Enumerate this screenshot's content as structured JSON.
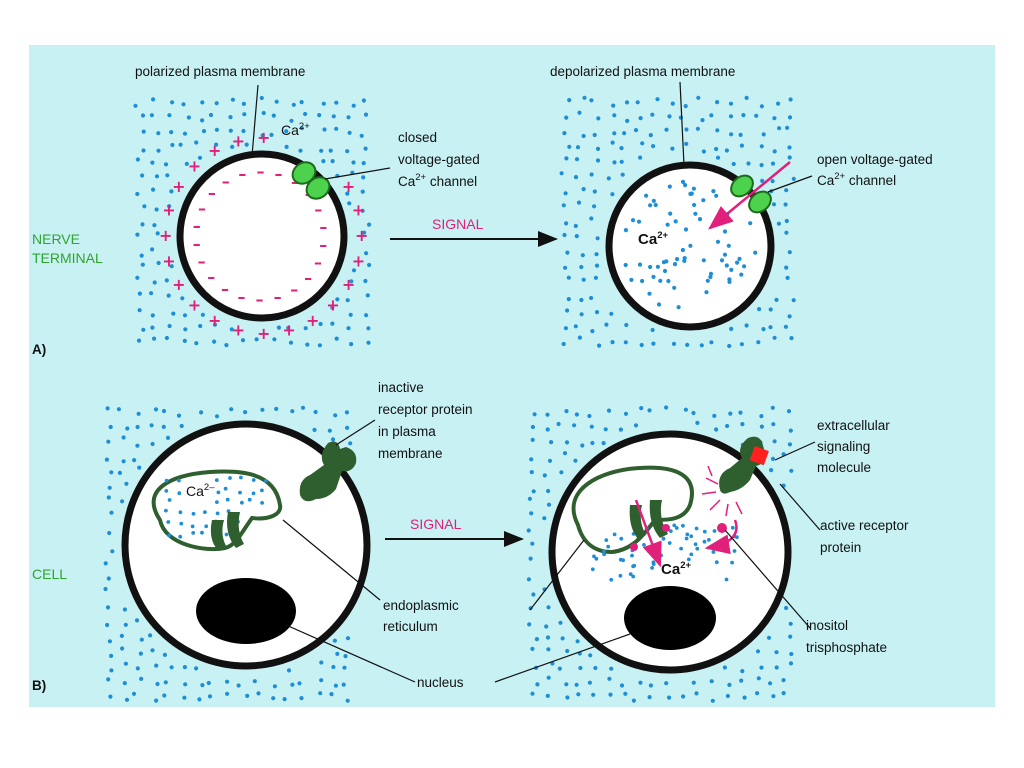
{
  "colors": {
    "background": "#c8f1f4",
    "dots": "#1e8fd6",
    "charge": "#e0207a",
    "channel_light": "#4dd24d",
    "channel_dark": "#2f5e2f",
    "section_label": "#2ea52e",
    "signal": "#e0207a",
    "nucleus": "#000000"
  },
  "icons": [
    "voltage-gated-channel",
    "receptor-protein",
    "ca-channel",
    "signaling-molecule",
    "ip3-dot"
  ],
  "panel_a": {
    "tag": "A)",
    "section_label_line1": "NERVE",
    "section_label_line2": "TERMINAL",
    "signal": "SIGNAL",
    "left": {
      "membrane_label": "polarized plasma membrane",
      "ion": "Ca",
      "ion_charge": "2+",
      "channel_label_1": "closed",
      "channel_label_2": "voltage-gated",
      "channel_label_3_ion": "Ca",
      "channel_label_3_charge": "2+",
      "channel_label_3_rest": " channel",
      "plus": "+",
      "minus": "–"
    },
    "right": {
      "membrane_label": "depolarized plasma membrane",
      "ion": "Ca",
      "ion_charge": "2+",
      "channel_label_1": "open voltage-gated",
      "channel_label_2_ion": "Ca",
      "channel_label_2_charge": "2+",
      "channel_label_2_rest": " channel"
    }
  },
  "panel_b": {
    "tag": "B)",
    "section_label": "CELL",
    "signal": "SIGNAL",
    "left": {
      "ion": "Ca",
      "ion_charge": "2–",
      "receptor_label_1": "inactive",
      "receptor_label_2": "receptor protein",
      "receptor_label_3": "in plasma",
      "receptor_label_4": "membrane"
    },
    "center": {
      "er_label_1": "endoplasmic",
      "er_label_2": "reticulum",
      "nucleus_label": "nucleus"
    },
    "right": {
      "ion": "Ca",
      "ion_charge": "2+",
      "molecule_label_1": "extracellular",
      "molecule_label_2": "signaling",
      "molecule_label_3": "molecule",
      "active_label_1": "active receptor",
      "active_label_2": "protein",
      "ip3_label_1": "inositol",
      "ip3_label_2": "trisphosphate"
    }
  }
}
